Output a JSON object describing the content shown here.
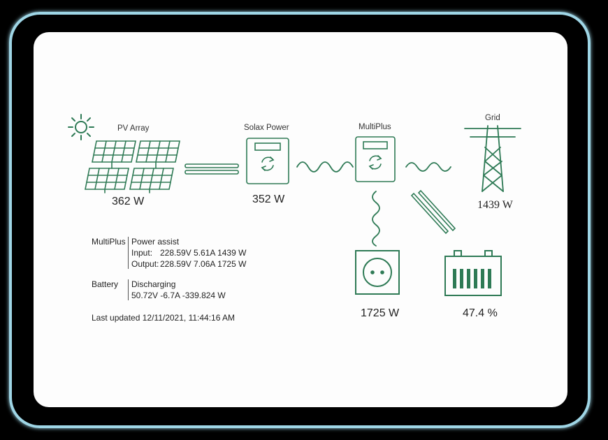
{
  "colors": {
    "accent": "#2e7a55",
    "frame_glow": "#9fd6e6",
    "screen_bg": "#fdfdfd"
  },
  "icons": [
    "sun-icon",
    "solar-panel-icon",
    "inverter-icon",
    "power-tower-icon",
    "wall-socket-icon",
    "battery-icon"
  ],
  "nodes": {
    "pv": {
      "label": "PV Array",
      "value": "362 W"
    },
    "solax": {
      "label": "Solax Power",
      "value": "352 W"
    },
    "multiplus": {
      "label": "MultiPlus"
    },
    "grid": {
      "label": "Grid",
      "value": "1439 W"
    },
    "ac_out": {
      "value": "1725 W"
    },
    "battery": {
      "value": "47.4 %"
    }
  },
  "info": {
    "multiplus": {
      "heading": "MultiPlus",
      "mode": "Power assist",
      "input_label": "Input:",
      "input_value": "228.59V 5.61A 1439 W",
      "output_label": "Output:",
      "output_value": "228.59V 7.06A 1725 W"
    },
    "battery": {
      "heading": "Battery",
      "state": "Discharging",
      "values": "50.72V -6.7A -339.824 W"
    },
    "last_updated": "Last updated 12/11/2021, 11:44:16 AM"
  }
}
